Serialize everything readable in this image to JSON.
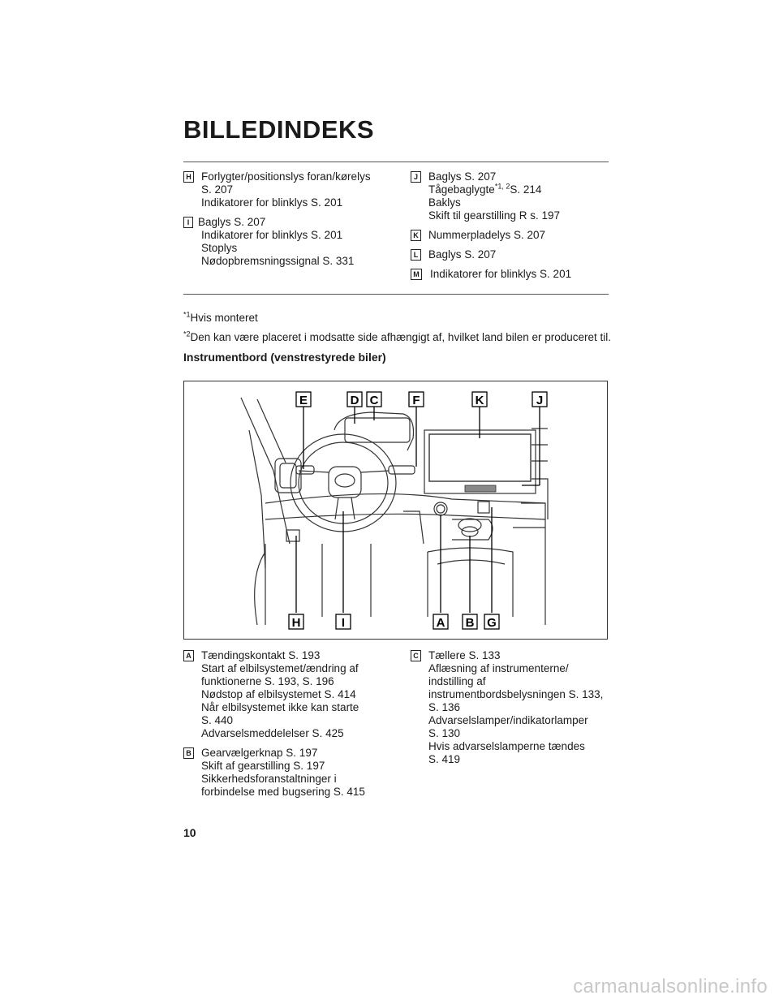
{
  "header": {
    "title": "BILLEDINDEKS"
  },
  "top_left": [
    {
      "label": "H",
      "lines": [
        "Forlygter/positionslys foran/kørelys",
        "S. 207",
        "Indikatorer for blinklys S. 201"
      ]
    },
    {
      "label": "I",
      "lines": [
        "Baglys S. 207",
        "Indikatorer for blinklys S. 201",
        "Stoplys",
        "Nødopbremsningssignal S. 331"
      ]
    }
  ],
  "top_right": {
    "j": {
      "label": "J",
      "line1": "Baglys S. 207",
      "line2_a": "Tågebaglygte",
      "line2_sup": "*1, 2",
      "line2_b": "S. 214",
      "line3": "Baklys",
      "line4": "Skift til gearstilling R s. 197"
    },
    "k": {
      "label": "K",
      "line1": "Nummerpladelys S. 207"
    },
    "l": {
      "label": "L",
      "line1": "Baglys S. 207"
    },
    "m": {
      "label": "M",
      "line1": "Indikatorer for blinklys S. 201"
    }
  },
  "footnotes": {
    "fn1_mark": "*1",
    "fn1_text": "Hvis monteret",
    "fn2_mark": "*2",
    "fn2_text": "Den kan være placeret i modsatte side afhængigt af, hvilket land bilen er produceret til."
  },
  "subheading": "Instrumentbord (venstrestyrede biler)",
  "figure_labels": {
    "e": "E",
    "d": "D",
    "c": "C",
    "f": "F",
    "k": "K",
    "j": "J",
    "h": "H",
    "i": "I",
    "a": "A",
    "b": "B",
    "g": "G"
  },
  "bottom_left": [
    {
      "label": "A",
      "lines": [
        "Tændingskontakt S. 193",
        "Start af elbilsystemet/ændring af",
        "funktionerne S. 193, S. 196",
        "Nødstop af elbilsystemet S. 414",
        "Når elbilsystemet ikke kan starte",
        "S. 440",
        "Advarselsmeddelelser S. 425"
      ]
    },
    {
      "label": "B",
      "lines": [
        "Gearvælgerknap S. 197",
        "Skift af gearstilling S. 197",
        "Sikkerhedsforanstaltninger i",
        "forbindelse med bugsering S. 415"
      ]
    }
  ],
  "bottom_right": [
    {
      "label": "C",
      "lines": [
        "Tællere S. 133",
        "Aflæsning af instrumenterne/",
        "indstilling af",
        "instrumentbordsbelysningen S. 133,",
        "S. 136",
        "Advarselslamper/indikatorlamper",
        "S. 130",
        "Hvis advarselslamperne tændes",
        "S. 419"
      ]
    }
  ],
  "page_number": "10",
  "watermark": "carmanualsonline.info"
}
